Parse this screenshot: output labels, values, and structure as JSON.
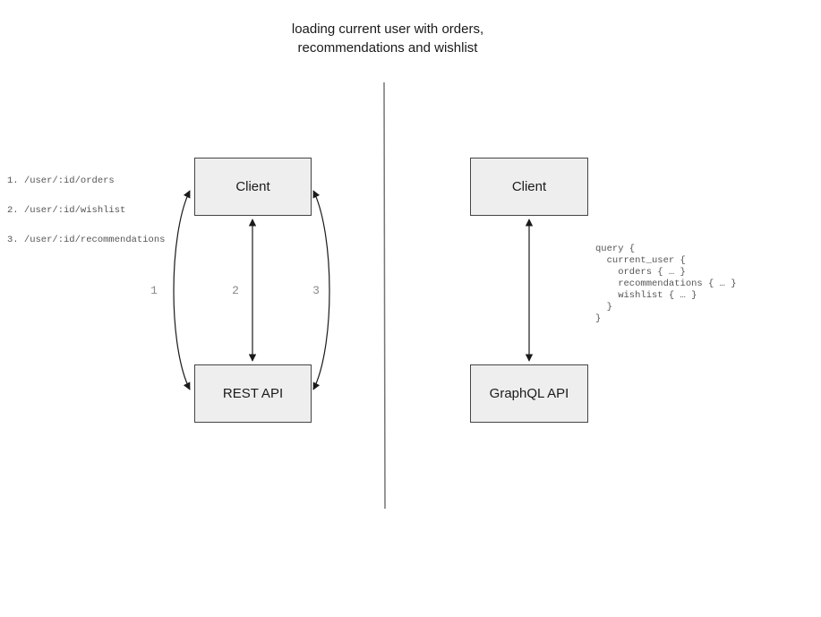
{
  "title": {
    "line1": "loading current user with orders,",
    "line2": "recommendations and wishlist"
  },
  "rest_panel": {
    "client_label": "Client",
    "api_label": "REST API",
    "endpoints": [
      "1. /user/:id/orders",
      "2. /user/:id/wishlist",
      "3. /user/:id/recommendations"
    ],
    "arrow_labels": [
      "1",
      "2",
      "3"
    ]
  },
  "graphql_panel": {
    "client_label": "Client",
    "api_label": "GraphQL API",
    "query_code": "query {\n  current_user {\n    orders { … }\n    recommendations { … }\n    wishlist { … }\n  }\n}"
  },
  "colors": {
    "box_fill": "#eeeeee",
    "box_border": "#444444",
    "arrow": "#1a1a1a",
    "divider": "#757575",
    "label_gray": "#8a8a8a",
    "code_gray": "#555555",
    "text": "#1a1a1a"
  }
}
